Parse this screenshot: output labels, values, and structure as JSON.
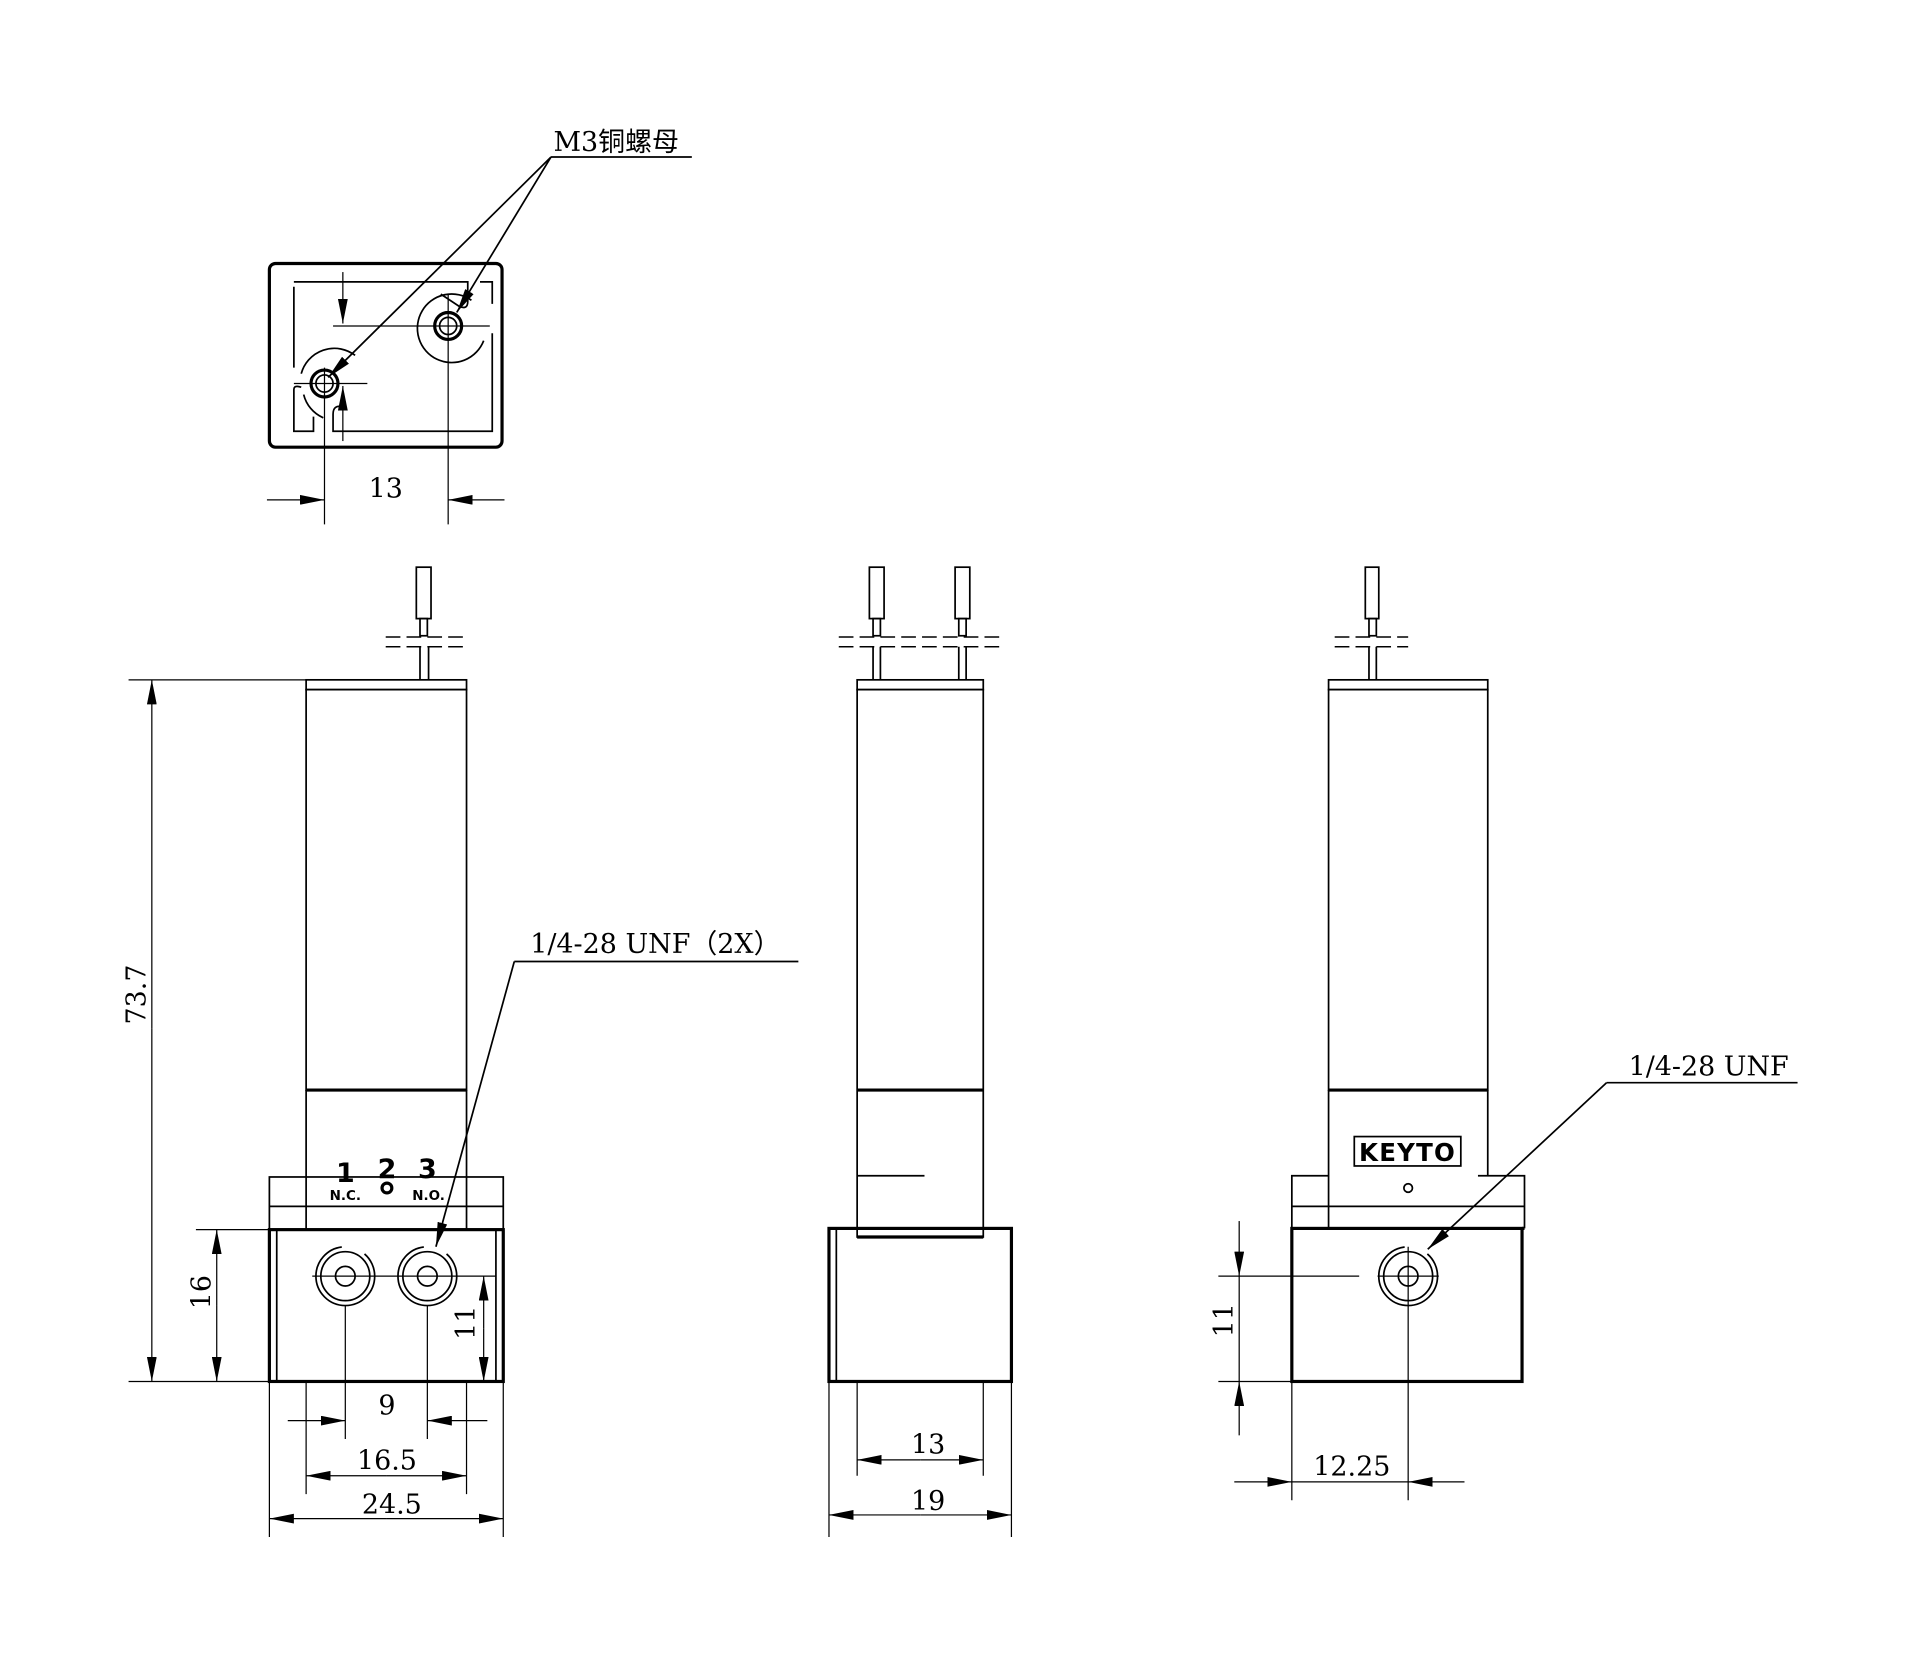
{
  "drawing": {
    "callouts": {
      "nut": "M3铜螺母",
      "ports_front": "1/4-28 UNF（2X）",
      "port_side": "1/4-28 UNF"
    },
    "dimensions": {
      "top_spacing": "13",
      "height_total": "73.7",
      "block_height": "16",
      "port_height_front": "11",
      "port_spacing": "9",
      "base_inner_width": "16.5",
      "base_width_front": "24.5",
      "body_width_side": "13",
      "base_width_side": "19",
      "port_height_rear": "11",
      "port_offset_rear": "12.25"
    },
    "port_labels": {
      "p1": "1",
      "p1_sub": "N.C.",
      "p2": "2",
      "p3": "3",
      "p3_sub": "N.O."
    },
    "brand": "KEYTO"
  }
}
